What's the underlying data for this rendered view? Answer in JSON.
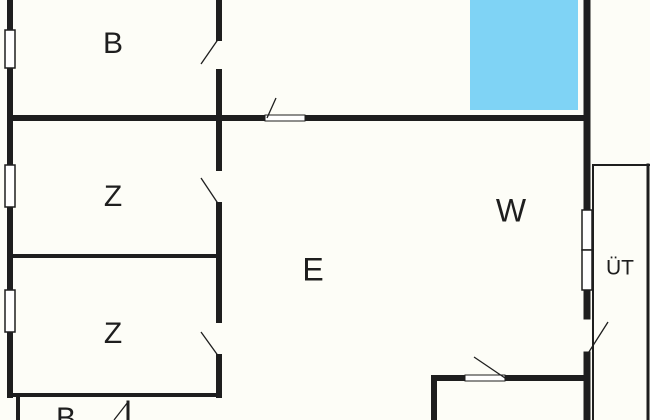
{
  "rooms": {
    "b_top": "B",
    "z_upper": "Z",
    "z_lower": "Z",
    "e_main": "E",
    "w_main": "W",
    "ut_side": "ÜT",
    "b_bottom": "B"
  },
  "colors": {
    "background": "#fdfdf7",
    "wall": "#1e1e1e",
    "pool": "#7fd3f5",
    "window": "#ffffff"
  }
}
